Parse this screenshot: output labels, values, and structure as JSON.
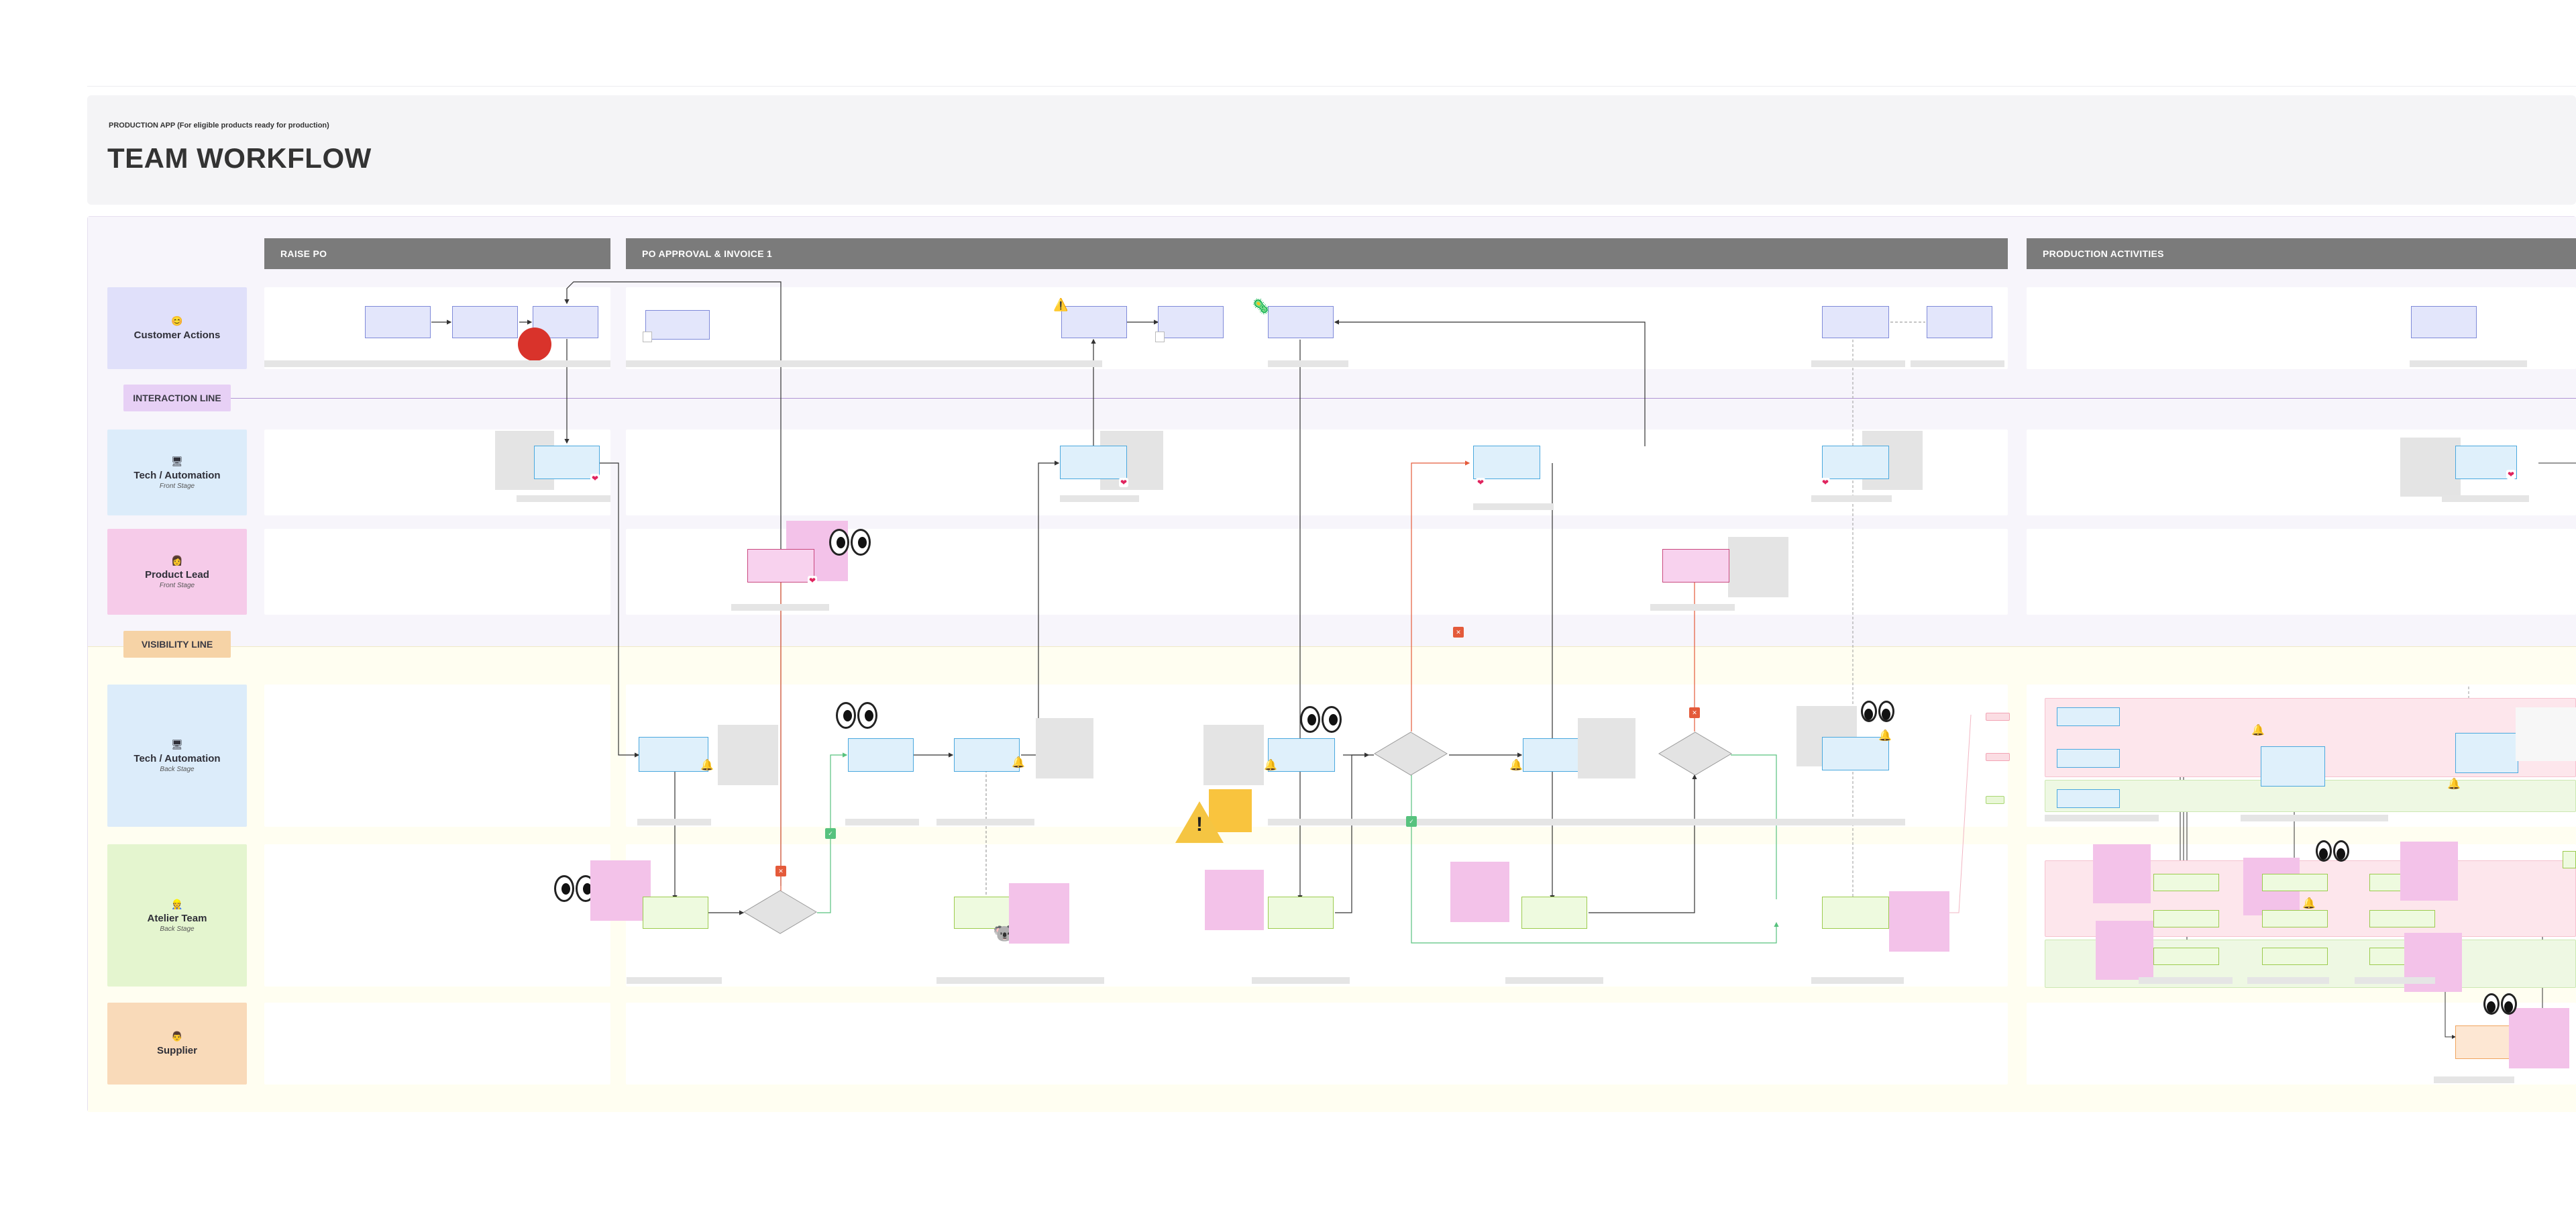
{
  "header": {
    "kicker": "PRODUCTION APP (For eligible products ready for production)",
    "title": "TEAM WORKFLOW"
  },
  "phases": [
    {
      "label": "RAISE PO"
    },
    {
      "label": "PO APPROVAL & INVOICE 1"
    },
    {
      "label": "PRODUCTION ACTIVITIES"
    }
  ],
  "lanes": [
    {
      "icon": "😊",
      "title": "Customer Actions",
      "subtitle": ""
    },
    {
      "icon": "🖥",
      "title": "Tech / Automation",
      "subtitle": "Front Stage"
    },
    {
      "icon": "👩",
      "title": "Product Lead",
      "subtitle": "Front Stage"
    },
    {
      "icon": "🖥",
      "title": "Tech / Automation",
      "subtitle": "Back Stage"
    },
    {
      "icon": "👷",
      "title": "Atelier Team",
      "subtitle": "Back Stage"
    },
    {
      "icon": "👨",
      "title": "Supplier",
      "subtitle": ""
    }
  ],
  "lines": {
    "interaction": "INTERACTION LINE",
    "visibility": "VISIBILITY LINE"
  },
  "colors": {
    "customer_lane": "#e0e0fa",
    "tech_lane": "#dcecfa",
    "product_lane": "#f6cbe9",
    "atelier_lane": "#e4f5cf",
    "supplier_lane": "#f9dab9",
    "interaction_tag": "#e7d0f5",
    "visibility_tag": "#f6d3a6",
    "phase_bar": "#7b7b7b",
    "interaction_line": "#b296d4"
  },
  "icons": {
    "bell": "bell-icon",
    "heart": "heart-icon",
    "eyes": "googly-eyes-icon",
    "warning": "warning-icon",
    "doc": "document-icon"
  }
}
